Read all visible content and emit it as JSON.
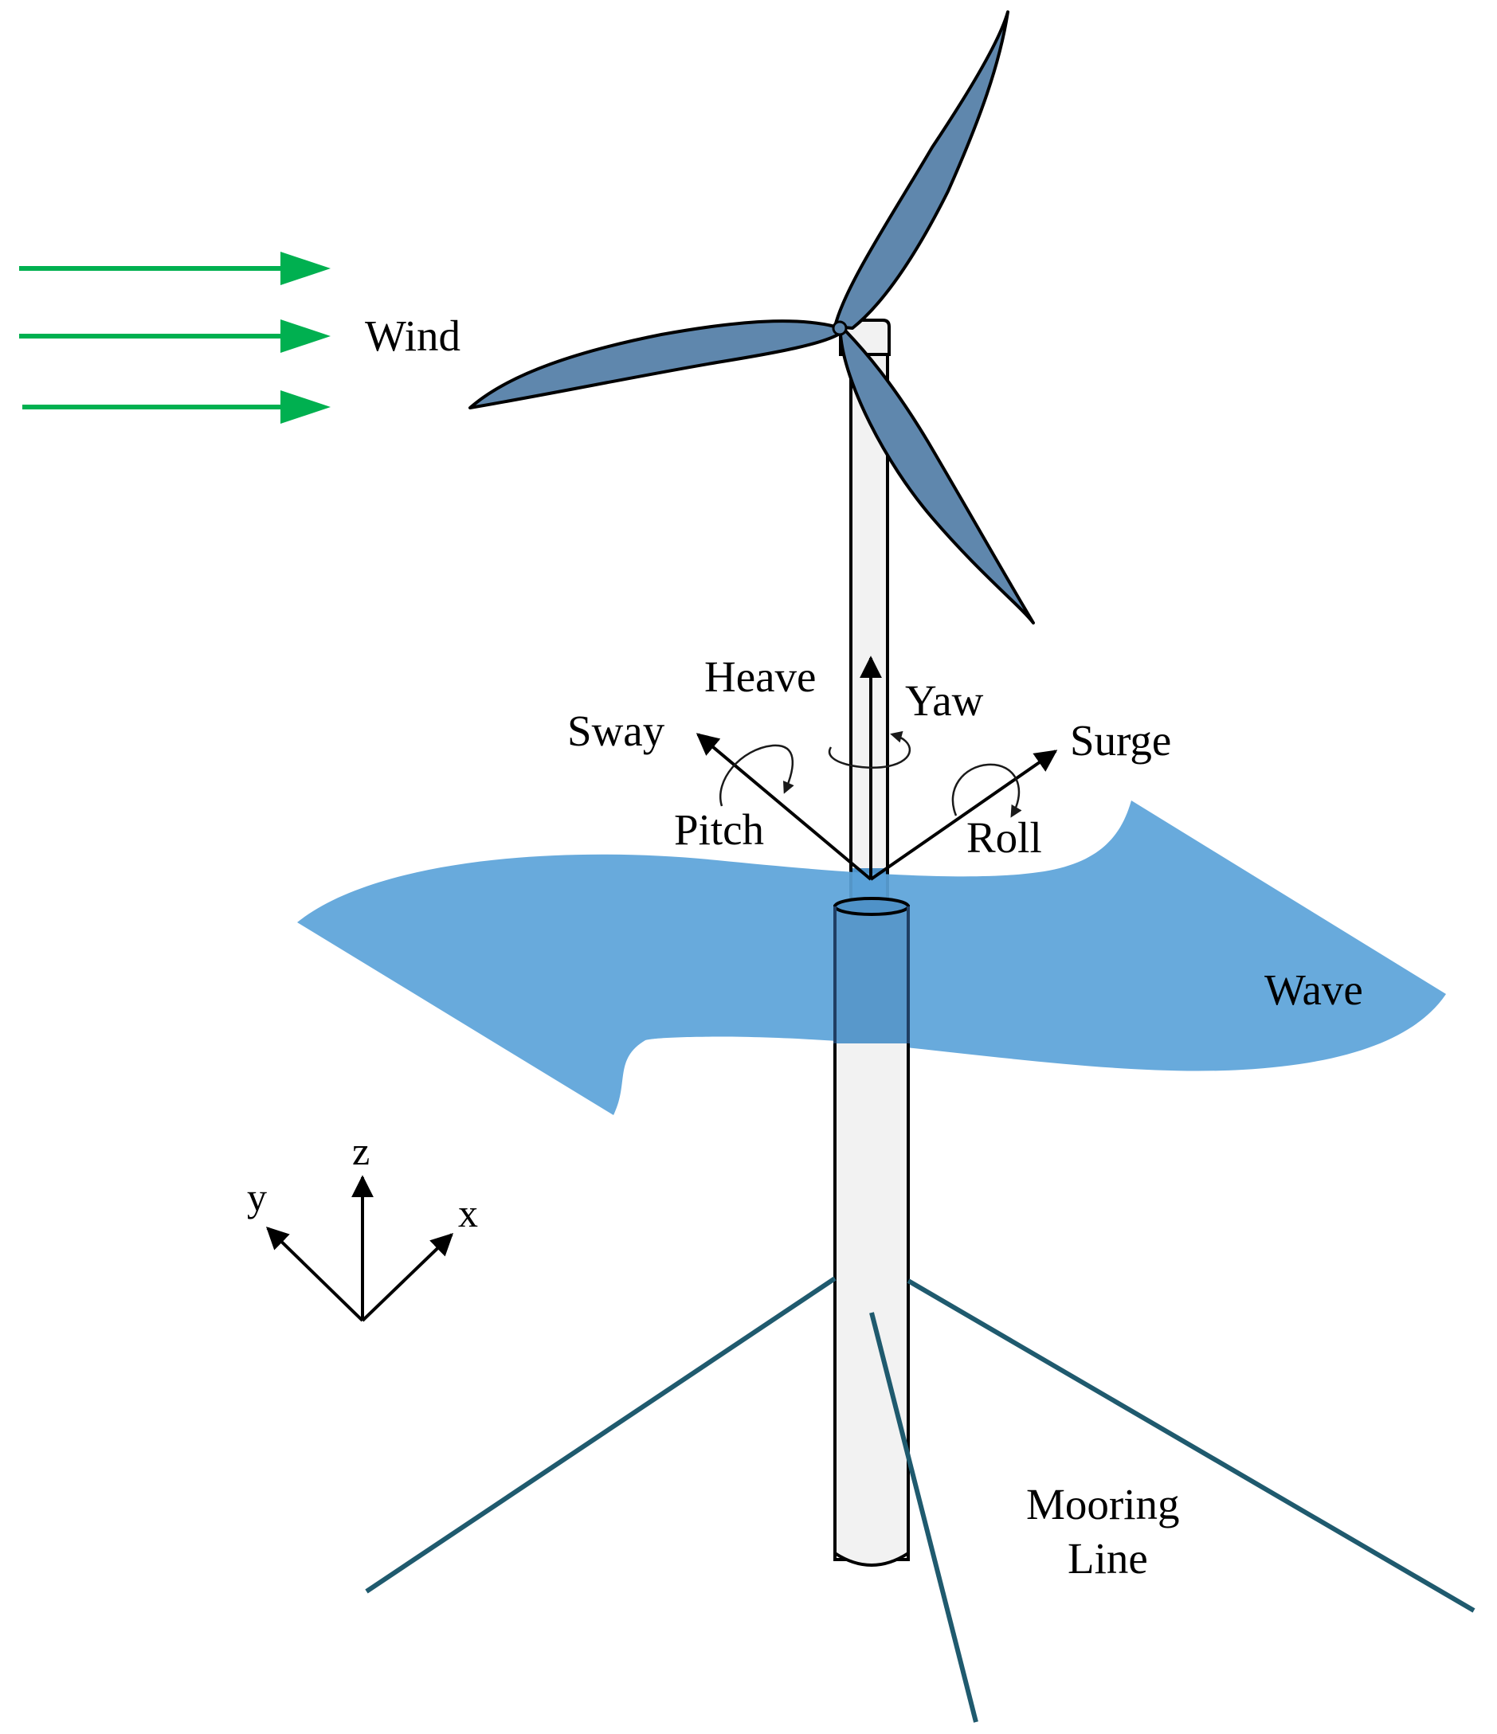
{
  "labels": {
    "wind": "Wind",
    "heave": "Heave",
    "yaw": "Yaw",
    "sway": "Sway",
    "surge": "Surge",
    "pitch": "Pitch",
    "roll": "Roll",
    "wave": "Wave",
    "mooring_line_1": "Mooring",
    "mooring_line_2": "Line",
    "axis_x": "x",
    "axis_y": "y",
    "axis_z": "z"
  },
  "colors": {
    "wind_arrow": "#00b050",
    "blade_fill": "#5f87ad",
    "water_fill": "#5ba3d9",
    "tower_fill": "#f2f2f2",
    "spar_submerged_fill": "#4f92c8",
    "mooring_line": "#1f5a6e",
    "outline": "#000000"
  },
  "icons": {
    "wind_arrows": "arrow-right",
    "rotation_arrows": "curved-arrow"
  }
}
